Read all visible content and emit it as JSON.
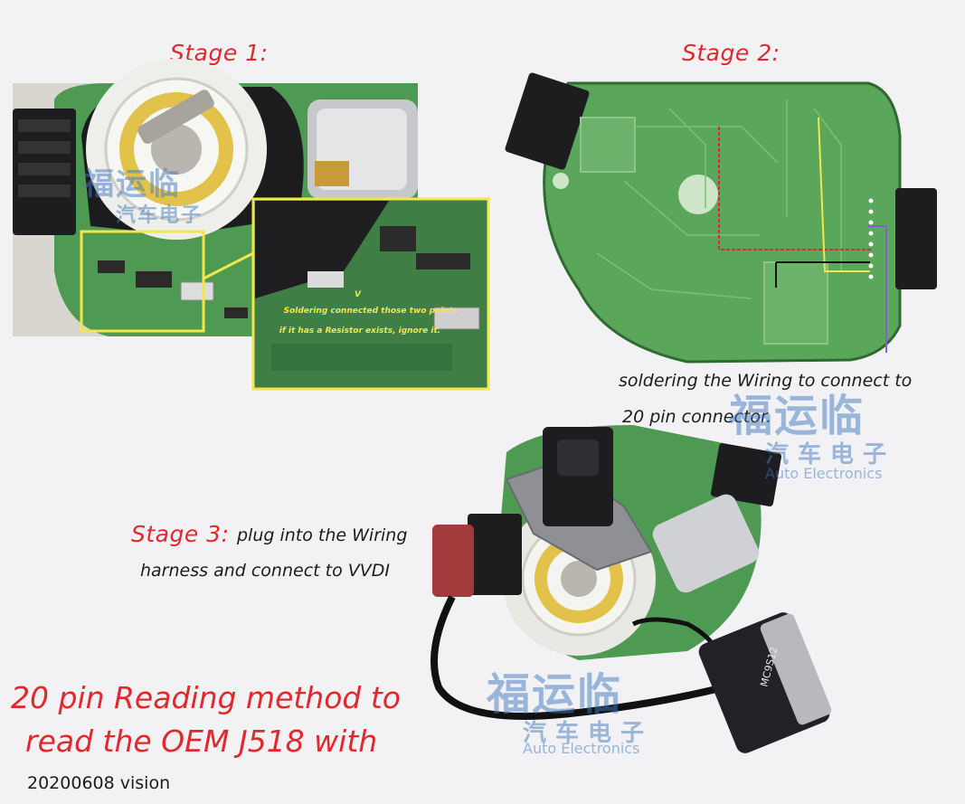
{
  "stage1": {
    "title": "Stage 1:",
    "callout_line1": "Soldering connected those two points",
    "callout_line2": "if it has a Resistor exists, ignore it."
  },
  "stage2": {
    "title": "Stage 2:",
    "caption_line1": "soldering the Wiring to connect to",
    "caption_line2": "20 pin connector."
  },
  "stage3": {
    "title": "Stage 3:",
    "caption_line1": "plug into the Wiring",
    "caption_line2": "harness and connect to VVDI",
    "adapter_label": "MC9S12"
  },
  "headline": {
    "line1": "20 pin Reading method to",
    "line2": "read the OEM J518 with",
    "line3": "20200608 vision"
  },
  "watermark": {
    "cn_brand": "福运临",
    "cn_sub": "汽车电子",
    "en_sub": "Auto Electronics"
  },
  "colors": {
    "accent_red": "#e0282e",
    "pcb_green": "#4f9a52",
    "callout_yellow": "#f3e64a",
    "wire_red": "#e0282e",
    "wire_yellow": "#f3e64a"
  }
}
